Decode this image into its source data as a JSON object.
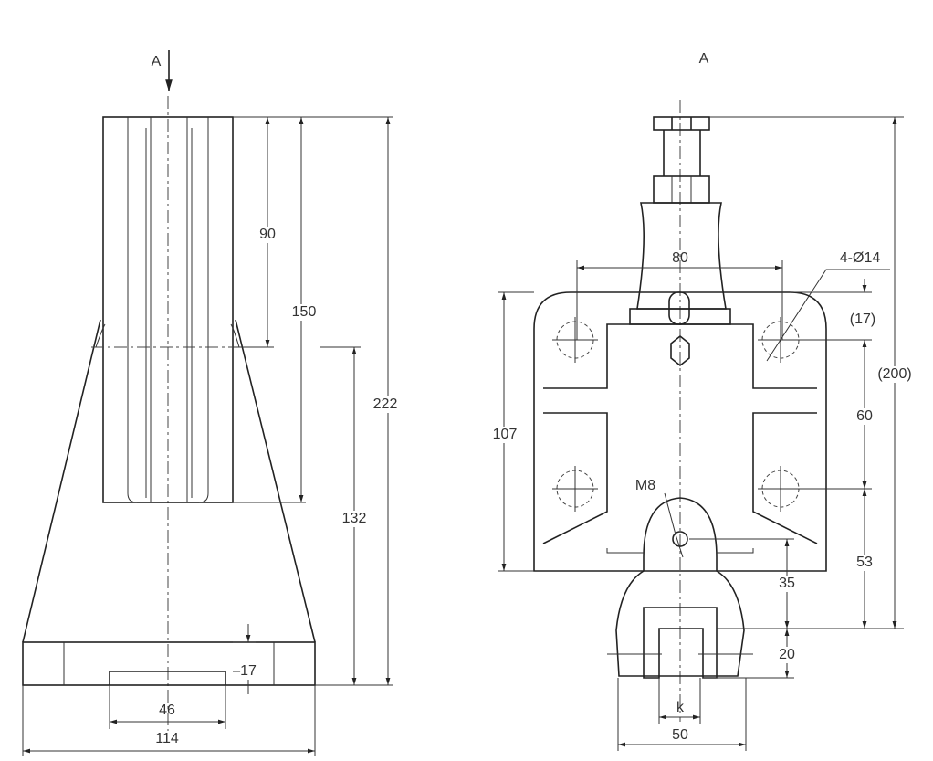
{
  "left_view": {
    "section_marker": "A",
    "dimensions": {
      "d90": "90",
      "d150": "150",
      "d222": "222",
      "d132": "132",
      "d17": "17",
      "d46": "46",
      "d114": "114"
    }
  },
  "right_view": {
    "view_label": "A",
    "dimensions": {
      "d80": "80",
      "holes": "4-Ø14",
      "d17": "(17)",
      "d200": "(200)",
      "d60": "60",
      "d107": "107",
      "thread": "M8",
      "d53": "53",
      "d35": "35",
      "d20": "20",
      "k": "k",
      "d50": "50"
    }
  }
}
